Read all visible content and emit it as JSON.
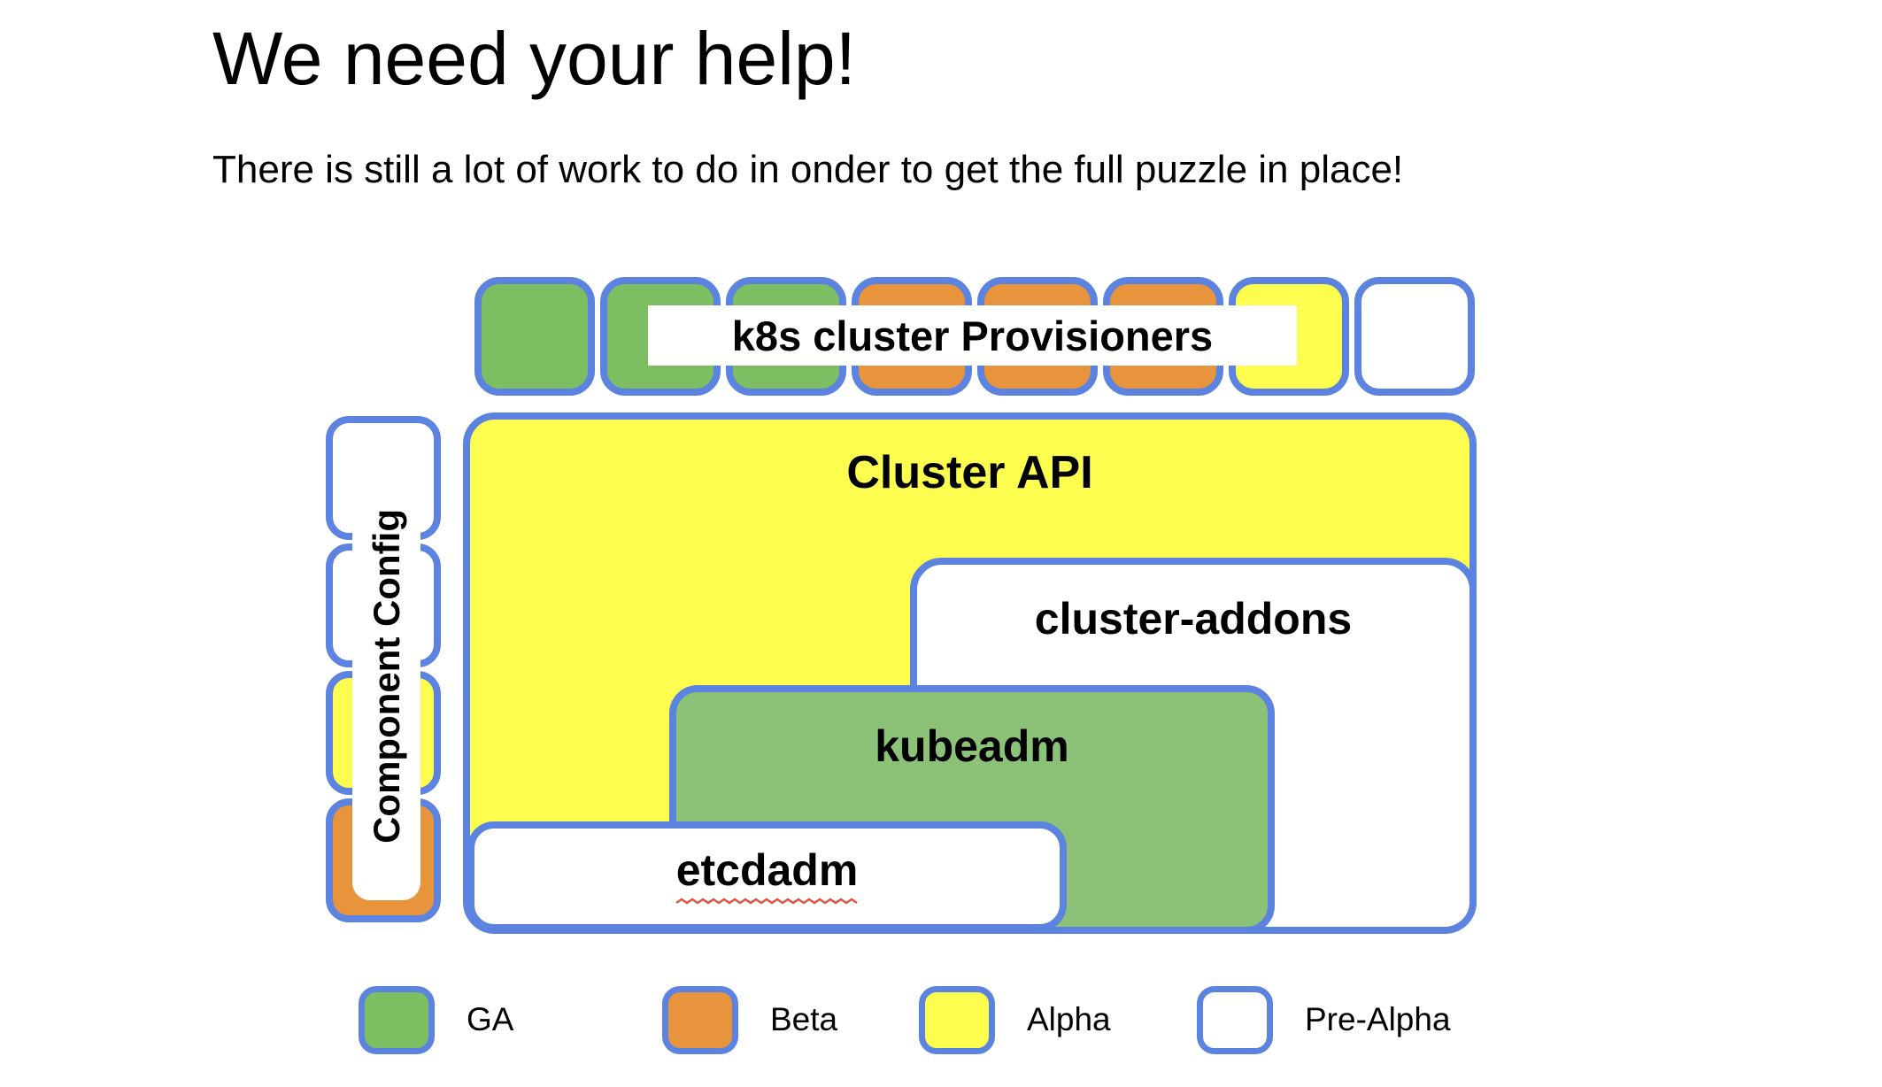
{
  "header": {
    "title": "We need your help!",
    "subtitle": "There is still a lot of work to do in onder to get the full puzzle in place!"
  },
  "colors": {
    "border_blue": "#5C83DF",
    "ga_green": "#7EBE63",
    "kubeadm_green": "#8CC178",
    "beta_orange": "#E8943C",
    "alpha_yellow": "#FDFD4F",
    "pre_alpha_white": "#FFFFFF",
    "squiggle_red": "#E05243",
    "text_black": "#000000"
  },
  "diagram": {
    "provisioners": {
      "label": "k8s cluster Provisioners",
      "blocks": [
        "ga",
        "ga",
        "ga",
        "beta",
        "beta",
        "beta",
        "alpha",
        "pre_alpha"
      ]
    },
    "component_config": {
      "label": "Component Config",
      "blocks": [
        "pre_alpha",
        "pre_alpha",
        "alpha",
        "beta"
      ]
    },
    "cluster_api": {
      "label": "Cluster API",
      "status": "alpha"
    },
    "cluster_addons": {
      "label": "cluster-addons",
      "status": "pre_alpha"
    },
    "kubeadm": {
      "label": "kubeadm",
      "status": "ga"
    },
    "etcdadm": {
      "label": "etcdadm",
      "status": "pre_alpha"
    }
  },
  "legend": {
    "items": [
      {
        "label": "GA",
        "status": "ga"
      },
      {
        "label": "Beta",
        "status": "beta"
      },
      {
        "label": "Alpha",
        "status": "alpha"
      },
      {
        "label": "Pre-Alpha",
        "status": "pre_alpha"
      }
    ]
  }
}
